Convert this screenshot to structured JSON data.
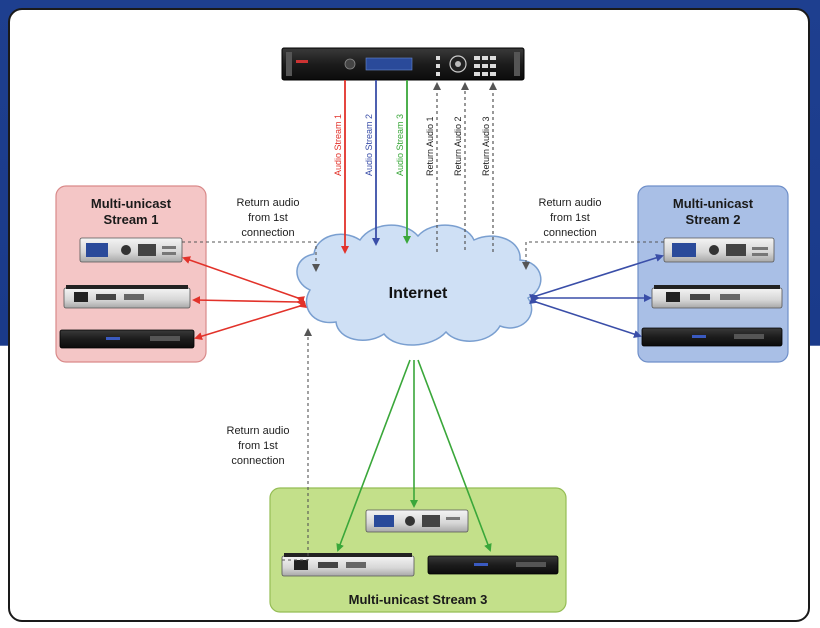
{
  "cloud": {
    "label": "Internet"
  },
  "groups": {
    "stream1": {
      "title_line1": "Multi-unicast",
      "title_line2": "Stream 1",
      "fill": "#f4c6c6",
      "stroke": "#d98a8a"
    },
    "stream2": {
      "title_line1": "Multi-unicast",
      "title_line2": "Stream 2",
      "fill": "#a9bfe6",
      "stroke": "#6f8fc9"
    },
    "stream3": {
      "title": "Multi-unicast Stream 3",
      "fill": "#c3e08a",
      "stroke": "#95bd55"
    }
  },
  "vertical_labels": {
    "audio_stream_1": "Audio Stream 1",
    "audio_stream_2": "Audio Stream 2",
    "audio_stream_3": "Audio Stream 3",
    "return_audio_1": "Return Audio 1",
    "return_audio_2": "Return Audio 2",
    "return_audio_3": "Return Audio 3"
  },
  "return_notes": {
    "left": [
      "Return audio",
      "from 1st",
      "connection"
    ],
    "right": [
      "Return audio",
      "from 1st",
      "connection"
    ],
    "bottom": [
      "Return audio",
      "from 1st",
      "connection"
    ]
  },
  "colors": {
    "red": "#e2322a",
    "blue": "#3a4ea8",
    "green": "#3aa73a",
    "dashed": "#555555",
    "cloud_fill": "#cfe0f5",
    "cloud_stroke": "#7a9fd0"
  }
}
